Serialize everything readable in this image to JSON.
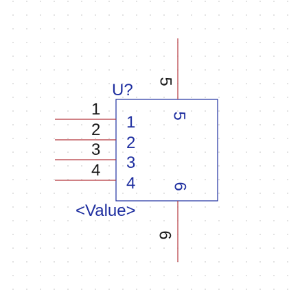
{
  "component": {
    "reference": "U?",
    "value": "<Value>"
  },
  "pins": [
    {
      "outer_number": "1",
      "inner_number": "1"
    },
    {
      "outer_number": "2",
      "inner_number": "2"
    },
    {
      "outer_number": "3",
      "inner_number": "3"
    },
    {
      "outer_number": "4",
      "inner_number": "4"
    },
    {
      "outer_number": "5",
      "inner_number": "5"
    },
    {
      "outer_number": "6",
      "inner_number": "6"
    }
  ],
  "colors": {
    "pin": "#b4363c",
    "body": "#1f2fa0",
    "pin_number": "#1a1a1a",
    "grid_dot": "#c9c9c9"
  }
}
